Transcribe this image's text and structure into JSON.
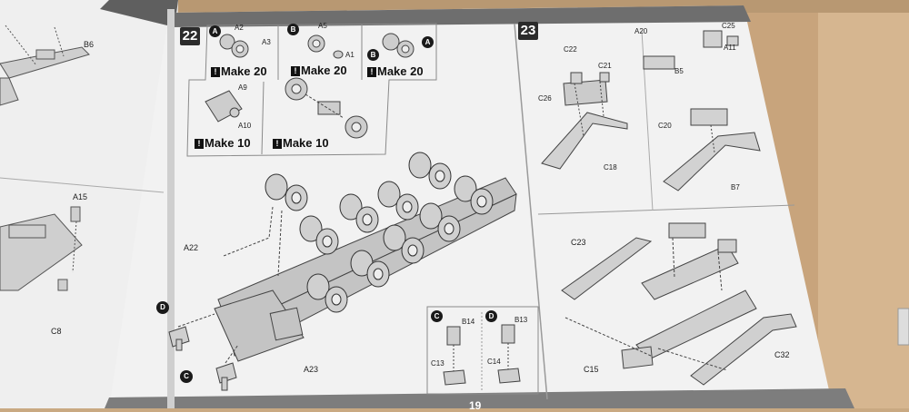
{
  "left_page": {
    "label_b6": "B6",
    "label_a15": "A15",
    "label_c8": "C8"
  },
  "step22": {
    "number": "22",
    "sub_a": {
      "marker": "A",
      "parts": [
        "A2",
        "A3"
      ],
      "make": "Make 20"
    },
    "sub_b": {
      "marker": "B",
      "parts": [
        "A5",
        "A1"
      ],
      "make": "Make 20"
    },
    "sub_ab": {
      "markers": [
        "A",
        "B"
      ],
      "make": "Make 20"
    },
    "sub_a9": {
      "parts": [
        "A9",
        "A10"
      ],
      "make": "Make 10"
    },
    "sub_wheels": {
      "make": "Make 10"
    },
    "main_labels": [
      "A22",
      "A23"
    ],
    "markers_main": [
      "D",
      "C"
    ],
    "inset": {
      "c": {
        "marker": "C",
        "top": "B14",
        "bottom": "C13"
      },
      "d": {
        "marker": "D",
        "top": "B13",
        "bottom": "C14"
      }
    }
  },
  "step23": {
    "number": "23",
    "upper_left_labels": [
      "C22",
      "C21",
      "C26",
      "C18"
    ],
    "upper_mid_labels": [
      "A20",
      "B5"
    ],
    "upper_right_labels": [
      "C25",
      "A11",
      "C20",
      "B7"
    ],
    "lower_labels": [
      "C23",
      "C15",
      "C32"
    ]
  },
  "page_number_fragment": "19",
  "colors": {
    "background": "#c9a982",
    "page": "#f3f3f3",
    "header_band": "#6d6d6d",
    "lines": "#555555"
  }
}
